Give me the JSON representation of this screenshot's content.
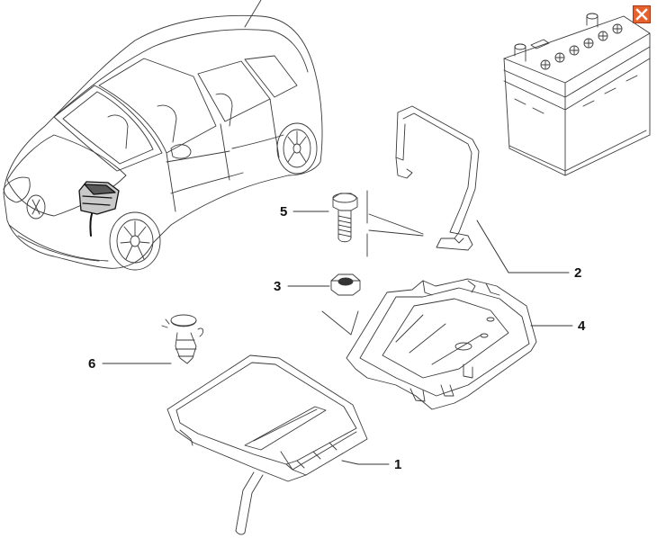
{
  "diagram": {
    "callouts": [
      {
        "id": "part-1",
        "label": "1"
      },
      {
        "id": "part-2",
        "label": "2"
      },
      {
        "id": "part-3",
        "label": "3"
      },
      {
        "id": "part-4",
        "label": "4"
      },
      {
        "id": "part-5",
        "label": "5"
      },
      {
        "id": "part-6",
        "label": "6"
      }
    ]
  },
  "window": {
    "close_icon": "close-icon",
    "close_color": "#e8612d"
  },
  "colors": {
    "line": "#222222",
    "leader": "#333333"
  }
}
